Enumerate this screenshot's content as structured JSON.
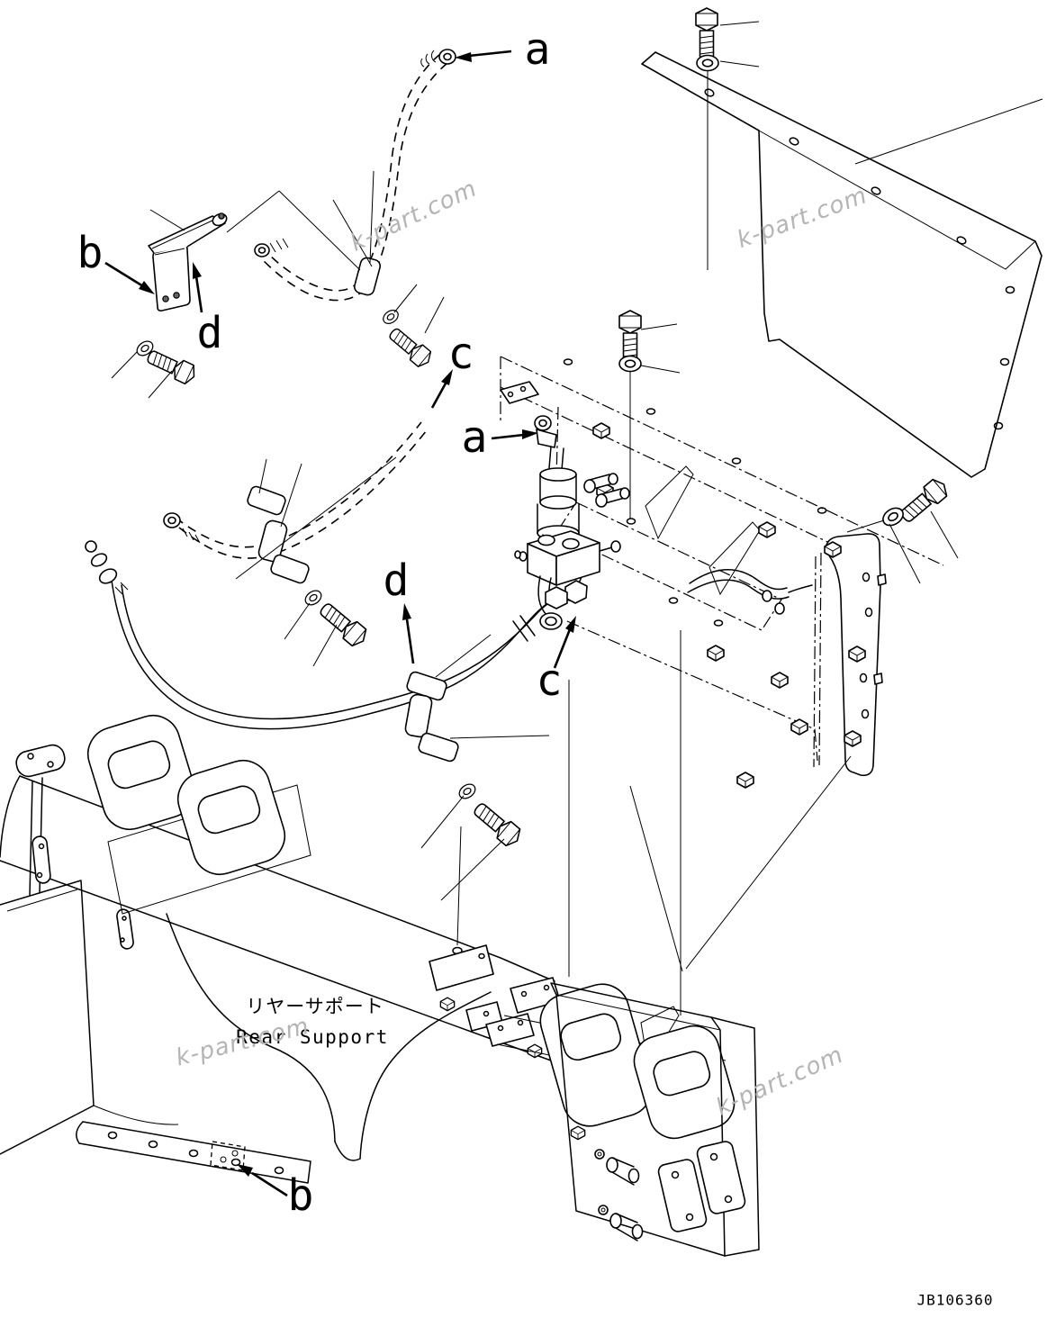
{
  "diagram": {
    "callouts": {
      "a_top": "a",
      "b_left": "b",
      "d_left": "d",
      "c_upper": "c",
      "a_mid": "a",
      "d_mid": "d",
      "c_lower": "c",
      "b_bottom": "b"
    },
    "caption": {
      "ja": "リヤーサポート",
      "en": "Rear Support"
    },
    "drawing_number": "JB106360",
    "watermark": {
      "text": "k-part.com",
      "color": "#b4b4b4"
    },
    "colors": {
      "line": "#000000",
      "background": "#ffffff"
    }
  }
}
